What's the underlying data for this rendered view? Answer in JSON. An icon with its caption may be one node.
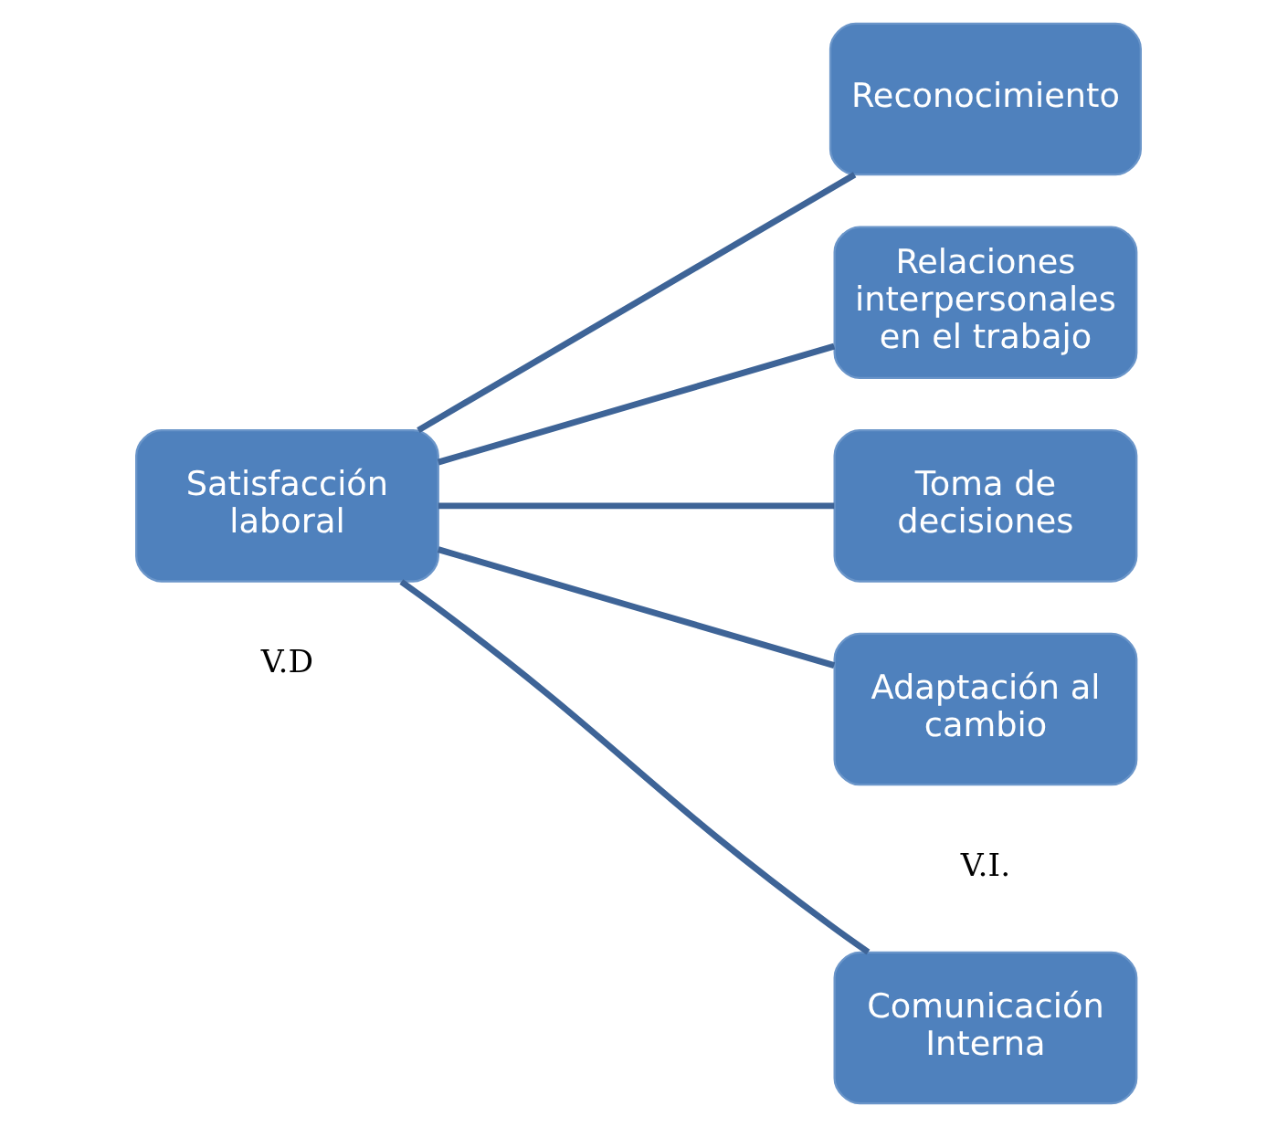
{
  "diagram": {
    "nodes": [
      {
        "text": [
          "Satisfacción laboral"
        ]
      },
      {
        "text": [
          "Comunicación Interna"
        ]
      },
      {
        "text": [
          "Reconocimiento"
        ]
      },
      {
        "text": [
          "Relaciones interpersonales en el trabajo"
        ]
      },
      {
        "text": [
          "Toma de decisiones"
        ]
      },
      {
        "text": [
          "Adaptación al cambio"
        ]
      }
    ],
    "edges": [
      {
        "from": 0,
        "to": 1,
        "arrow": "none"
      },
      {
        "from": 0,
        "to": 2,
        "arrow": "none"
      },
      {
        "from": 0,
        "to": 3,
        "arrow": "none"
      },
      {
        "from": 0,
        "to": 4,
        "arrow": "none"
      },
      {
        "from": 0,
        "to": 5,
        "arrow": "none"
      }
    ],
    "labels": [
      "V.I.",
      "V.D"
    ]
  }
}
